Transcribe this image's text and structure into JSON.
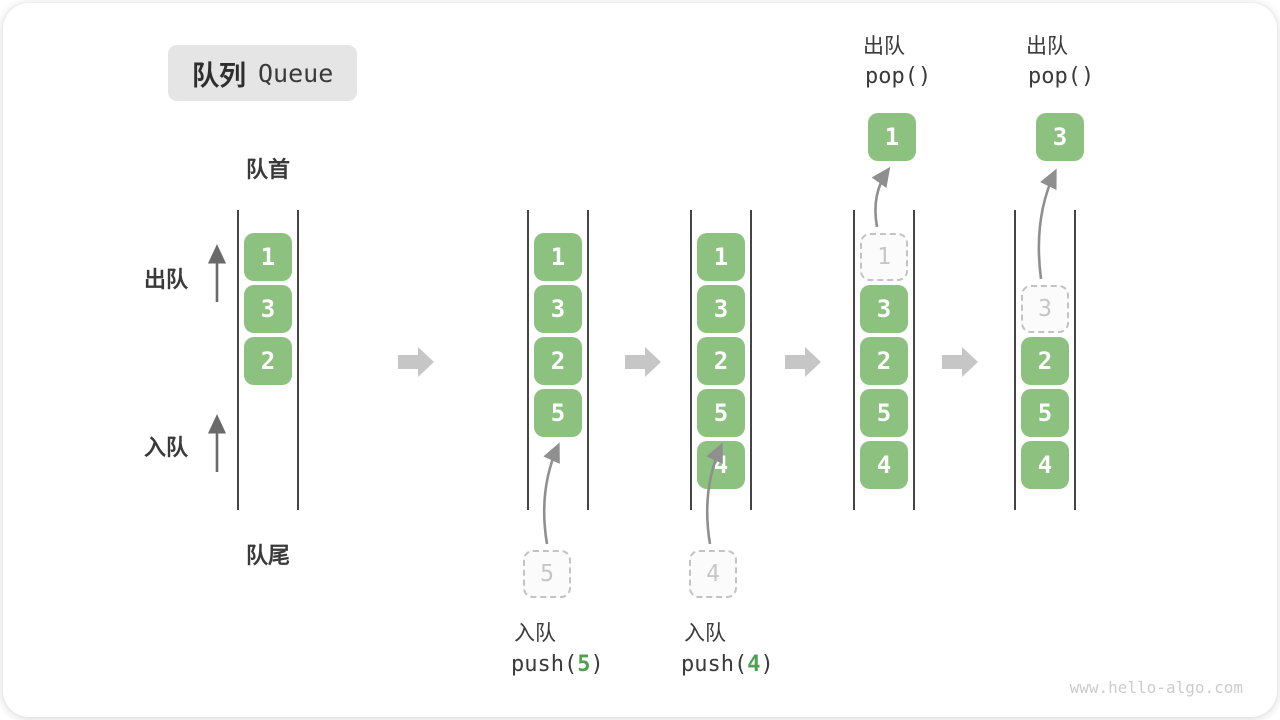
{
  "title": {
    "zh": "队列",
    "en": "Queue"
  },
  "labels": {
    "front": "队首",
    "rear": "队尾",
    "dequeue": "出队",
    "enqueue": "入队"
  },
  "states": [
    {
      "slots": [
        "1",
        "3",
        "2"
      ]
    },
    {
      "slots": [
        "1",
        "3",
        "2",
        "5"
      ]
    },
    {
      "slots": [
        "1",
        "3",
        "2",
        "5",
        "4"
      ]
    },
    {
      "ghost": "1",
      "slots": [
        "3",
        "2",
        "5",
        "4"
      ]
    },
    {
      "ghost": "3",
      "slots": [
        "2",
        "5",
        "4"
      ]
    }
  ],
  "staged": [
    "5",
    "4"
  ],
  "popped": [
    "1",
    "3"
  ],
  "operations": {
    "enqueue5": {
      "label": "入队",
      "pre": "push(",
      "arg": "5",
      "post": ")"
    },
    "enqueue4": {
      "label": "入队",
      "pre": "push(",
      "arg": "4",
      "post": ")"
    },
    "dequeue1": {
      "label": "出队",
      "code": "pop()"
    },
    "dequeue2": {
      "label": "出队",
      "code": "pop()"
    }
  },
  "watermark": "www.hello-algo.com",
  "colors": {
    "box_green": "#8CC17F",
    "code_green": "#4FA050"
  }
}
